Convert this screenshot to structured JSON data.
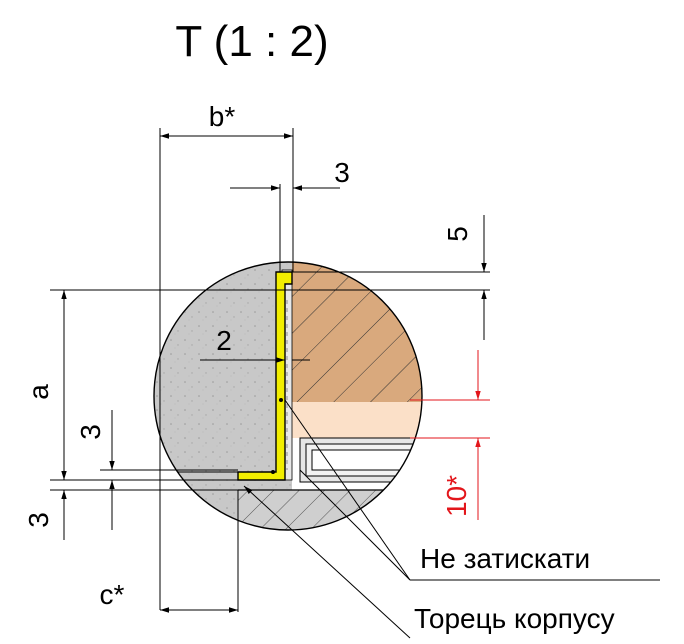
{
  "title": "T (1 : 2)",
  "dimensions": {
    "b": "b*",
    "gap_top": "3",
    "top_edge": "5",
    "thickness": "2",
    "a": "a",
    "step": "3",
    "bottom": "3",
    "c": "c*",
    "red_value": "10*"
  },
  "callouts": {
    "do_not_press": "Не затискати",
    "case_edge": "Торець корпусу"
  },
  "colors": {
    "concrete": "#c8c8c8",
    "wood": "#d9a97d",
    "profile": "#f2ee00",
    "light_wood": "#fbe0c8",
    "red_dimension": "#e3161b"
  }
}
